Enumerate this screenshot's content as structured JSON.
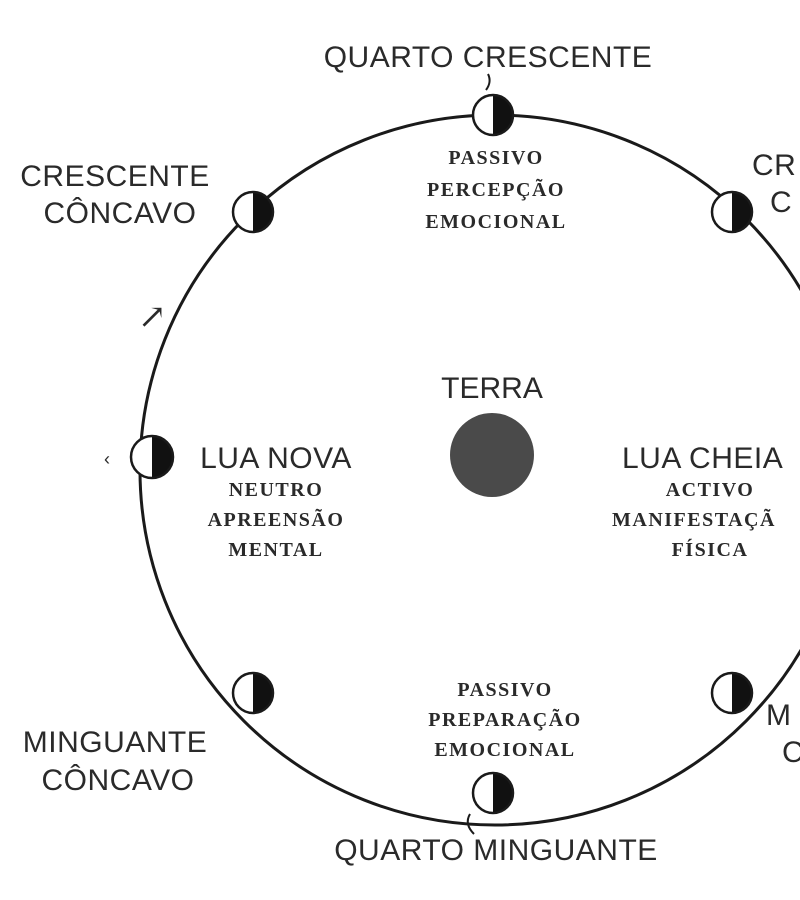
{
  "colors": {
    "line": "#1a1a1a",
    "moon_dark": "#111111",
    "moon_light": "#ffffff",
    "earth": "#4a4a4a",
    "text": "#2a2a2a"
  },
  "center": {
    "label": "TERRA"
  },
  "phases": {
    "quarto_crescente": {
      "label": "QUARTO CRESCENTE",
      "qualities": [
        "PASSIVO",
        "PERCEPÇÃO",
        "EMOCIONAL"
      ]
    },
    "crescente_concavo": {
      "lines": [
        "CRESCENTE",
        "CÔNCAVO"
      ]
    },
    "crescente_convexo": {
      "lines": [
        "CR",
        "C"
      ]
    },
    "lua_nova": {
      "label": "LUA NOVA",
      "qualities": [
        "NEUTRO",
        "APREENSÃO",
        "MENTAL"
      ]
    },
    "lua_cheia": {
      "label": "LUA CHEIA",
      "qualities": [
        "ACTIVO",
        "MANIFESTAÇÃ",
        "FÍSICA"
      ]
    },
    "minguante_concavo": {
      "lines": [
        "MINGUANTE",
        "CÔNCAVO"
      ]
    },
    "minguante_convexo": {
      "lines": [
        "M",
        "C"
      ]
    },
    "quarto_minguante": {
      "label": "QUARTO MINGUANTE",
      "qualities": [
        "PASSIVO",
        "PREPARAÇÃO",
        "EMOCIONAL"
      ]
    }
  },
  "marks": {
    "arrow": "↗",
    "small_mark": "‹"
  }
}
